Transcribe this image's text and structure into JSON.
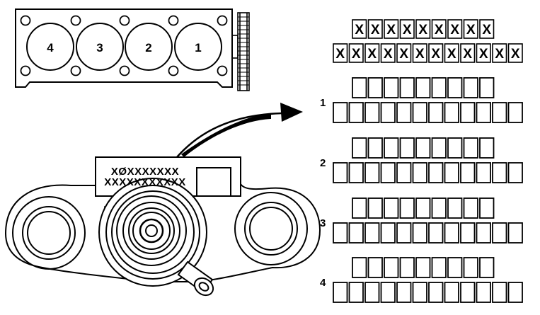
{
  "gasket": {
    "cylinders": [
      "4",
      "3",
      "2",
      "1"
    ]
  },
  "label_plate": {
    "line1": "XØXXXXXXX",
    "line2": "XXXXXXXXXXX"
  },
  "code_header": {
    "row1_chars": [
      "X",
      "X",
      "X",
      "X",
      "X",
      "X",
      "X",
      "X",
      "X"
    ],
    "row2_chars": [
      "X",
      "X",
      "X",
      "X",
      "X",
      "X",
      "X",
      "X",
      "X",
      "X",
      "X",
      "X"
    ]
  },
  "cylinder_fields": [
    {
      "number": "1",
      "row1_boxes": 9,
      "row2_boxes": 12
    },
    {
      "number": "2",
      "row1_boxes": 9,
      "row2_boxes": 12
    },
    {
      "number": "3",
      "row1_boxes": 9,
      "row2_boxes": 12
    },
    {
      "number": "4",
      "row1_boxes": 9,
      "row2_boxes": 12
    }
  ]
}
